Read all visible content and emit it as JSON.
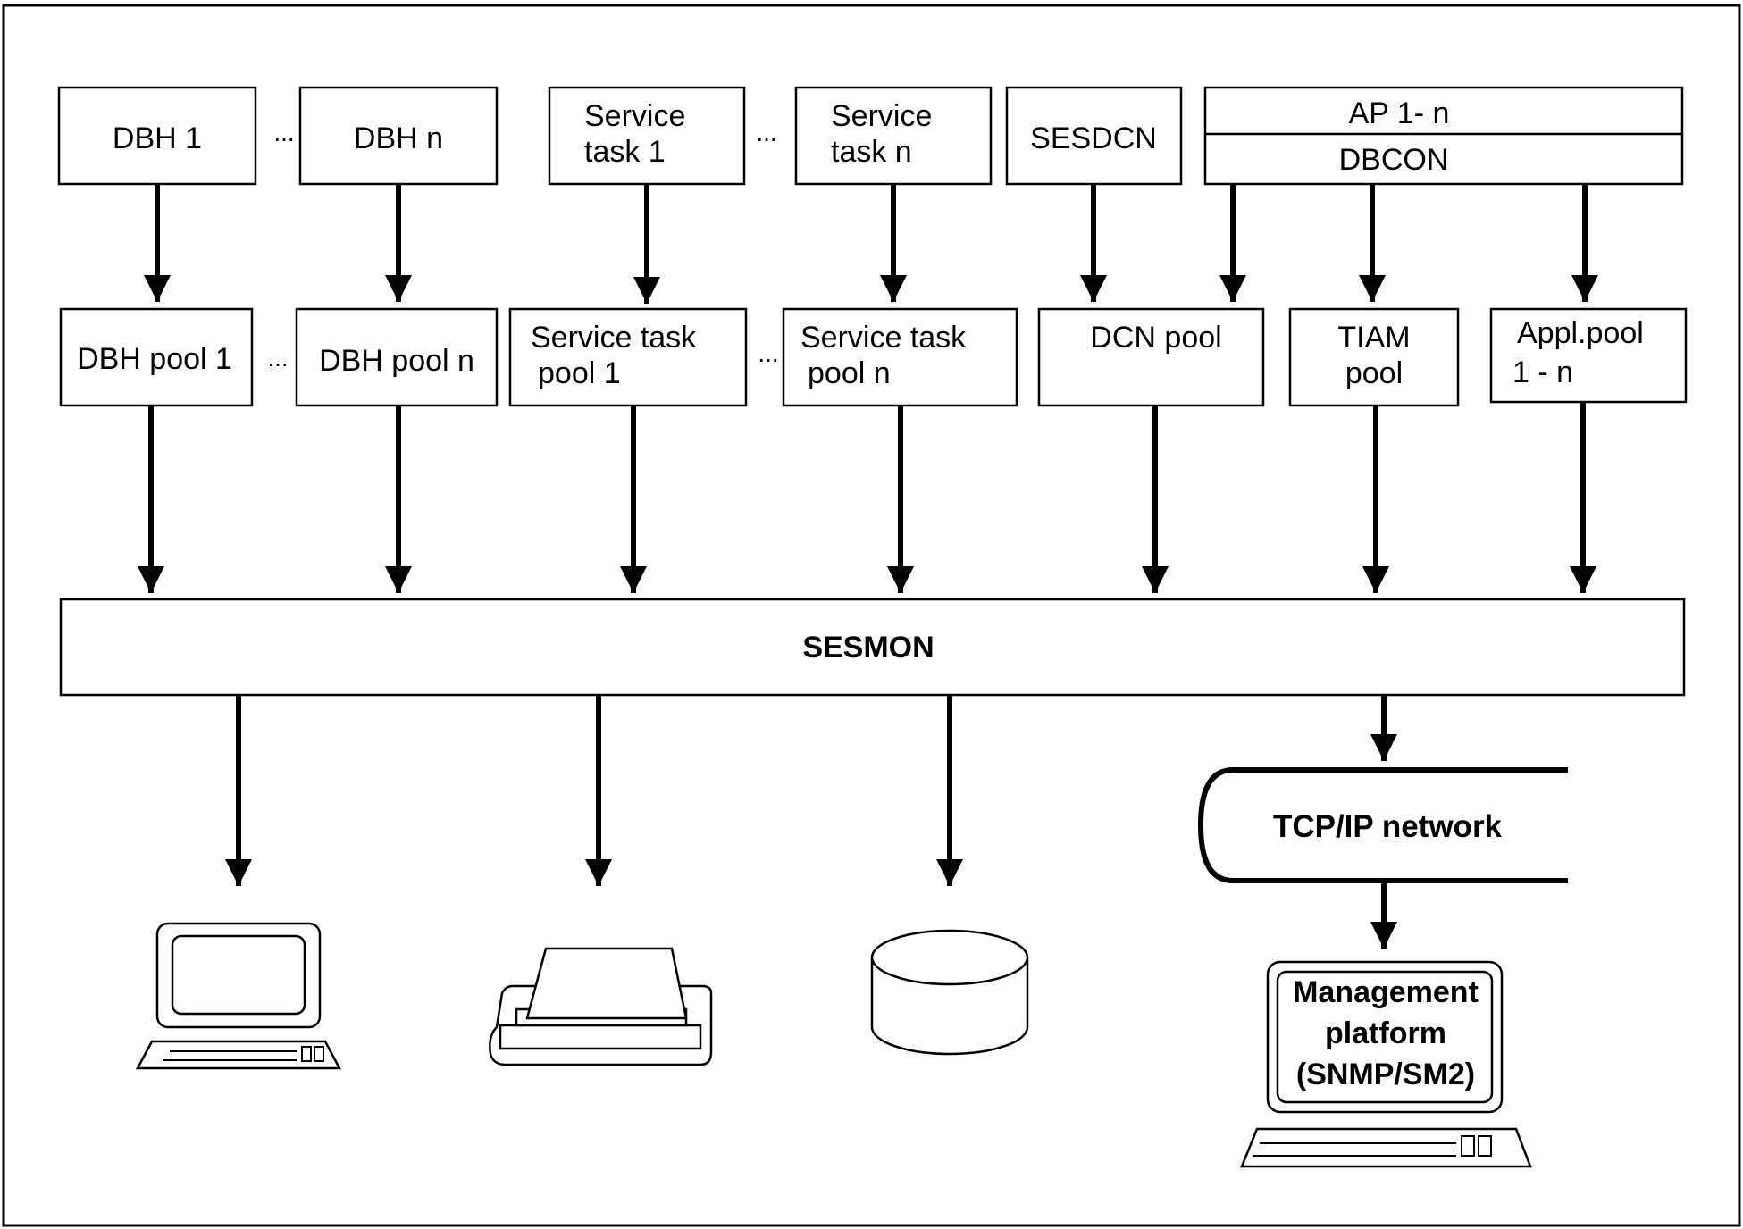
{
  "top_row": {
    "dbh_1": [
      "DBH 1"
    ],
    "dbh_n": [
      "DBH n"
    ],
    "service_task_1": [
      "Service",
      "task 1"
    ],
    "service_task_n": [
      "Service",
      "task n"
    ],
    "sesdcn": [
      "SESDCN"
    ],
    "ap": "AP 1- n",
    "dbcon": "DBCON",
    "ellipsis": "..."
  },
  "pool_row": {
    "dbh_pool_1": [
      "DBH pool 1"
    ],
    "dbh_pool_n": [
      "DBH pool n"
    ],
    "service_task_pool_1": [
      "Service task",
      "pool 1"
    ],
    "service_task_pool_n": [
      "Service task",
      "pool n"
    ],
    "dcn_pool": [
      "DCN pool"
    ],
    "tiam_pool": [
      "TIAM",
      "pool"
    ],
    "appl_pool": [
      "Appl.pool",
      "1 - n"
    ],
    "ellipsis": "..."
  },
  "sesmon": "SESMON",
  "network": "TCP/IP network",
  "management_platform": [
    "Management",
    "platform",
    "(SNMP/SM2)"
  ],
  "devices": [
    "terminal-icon",
    "printer-icon",
    "disk-storage-icon",
    "workstation-icon"
  ]
}
